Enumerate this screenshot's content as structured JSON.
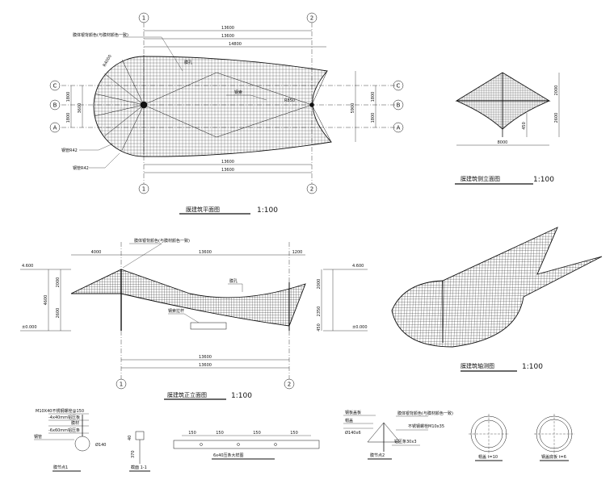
{
  "plan": {
    "title": "膜建筑平面图",
    "scale": "1:100",
    "axes": {
      "col1": "1",
      "col2": "2",
      "rowA": "A",
      "rowB": "B",
      "rowC": "C"
    },
    "dims": {
      "top1": "13600",
      "top2": "13600",
      "top3": "14800",
      "bot1": "13600",
      "bot2": "13600",
      "right_total": "5900",
      "right_a": "1800",
      "right_b": "1800",
      "left_a": "1800",
      "left_b": "1800",
      "left_total": "3600",
      "radius": "R4000",
      "r850": "R850"
    },
    "notes": {
      "membrane_color": "膜体银背颜色(与膜材颜色一致)",
      "membrane_hole": "膜孔",
      "steel_cable": "钢索",
      "steel_tube_1": "钢管R42",
      "steel_tube_2": "钢管R42"
    }
  },
  "side": {
    "title": "膜建筑侧立面图",
    "scale": "1:100",
    "dims": {
      "width": "8000",
      "h1": "2000",
      "h2": "2600",
      "h3": "450"
    }
  },
  "front": {
    "title": "膜建筑正立面图",
    "scale": "1:100",
    "axes": {
      "col1": "1",
      "col2": "2"
    },
    "elev": {
      "top_left": "4.600",
      "top_right": "4.600",
      "base_left": "±0.000",
      "base_right": "±0.000"
    },
    "dims": {
      "top1": "4000",
      "top2": "13600",
      "top3": "1200",
      "bot1": "13600",
      "bot2": "13600",
      "l1": "2000",
      "l2": "2600",
      "l3": "4600",
      "r1": "2000",
      "r2": "2350",
      "r3": "450"
    },
    "notes": {
      "membrane_color": "膜体银背颜色(与膜材颜色一致)",
      "membrane_hole": "膜孔",
      "rigid_cable": "钢索拉杆"
    }
  },
  "axon": {
    "title": "膜建筑轴测图",
    "scale": "1:100"
  },
  "details": {
    "d1": {
      "title": "膜节点1",
      "labels": {
        "l1": "M10X40不锈钢螺栓@150",
        "l2": "-4x40mm铝压板",
        "l3": "膜材",
        "l4": "-6x60mm铝压条",
        "l5": "钢管",
        "l6": "Ø140"
      },
      "dim": "Ø140"
    },
    "d2": {
      "title": "截面 1-1",
      "labels": {
        "l1": "40",
        "l2": "370"
      }
    },
    "d3": {
      "title": "6x40压条大样图",
      "dims": {
        "a": "150",
        "b": "150",
        "c": "150",
        "d": "150"
      }
    },
    "d4": {
      "title": "膜节点2",
      "labels": {
        "l1": "膜体银背颜色(与膜材颜色一致)",
        "l2": "不锈钢螺栓M10x35",
        "l3": "钢板盖板",
        "l4": "帽盖",
        "l5": "Ø140x6",
        "l6": "铝压条30x3"
      }
    },
    "d5": {
      "title": "帽盖 t=10"
    },
    "d6": {
      "title": "钢盖底板 t=6"
    }
  }
}
